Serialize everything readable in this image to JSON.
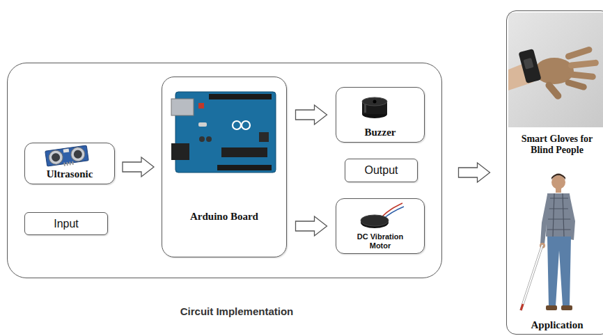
{
  "diagram": {
    "nodes": [
      {
        "text": [
          "Circuit Implementation"
        ]
      },
      {
        "text": [
          "Ultrasonic"
        ],
        "in": 0
      },
      {
        "text": [
          "Input"
        ],
        "in": 0
      },
      {
        "text": [
          "Arduino Board"
        ],
        "in": 0
      },
      {
        "text": [
          "Buzzer"
        ],
        "in": 0
      },
      {
        "text": [
          "Output"
        ],
        "in": 0
      },
      {
        "text": [
          "DC Vibration Motor"
        ],
        "in": 0
      },
      {
        "text": [
          "Smart Gloves for Blind People",
          "Application"
        ]
      }
    ],
    "edges": [
      {
        "from": 1,
        "to": 3,
        "arrow": "to"
      },
      {
        "from": 3,
        "to": 4,
        "arrow": "to"
      },
      {
        "from": 3,
        "to": 6,
        "arrow": "to"
      },
      {
        "from": 0,
        "to": 7,
        "arrow": "to"
      }
    ]
  }
}
